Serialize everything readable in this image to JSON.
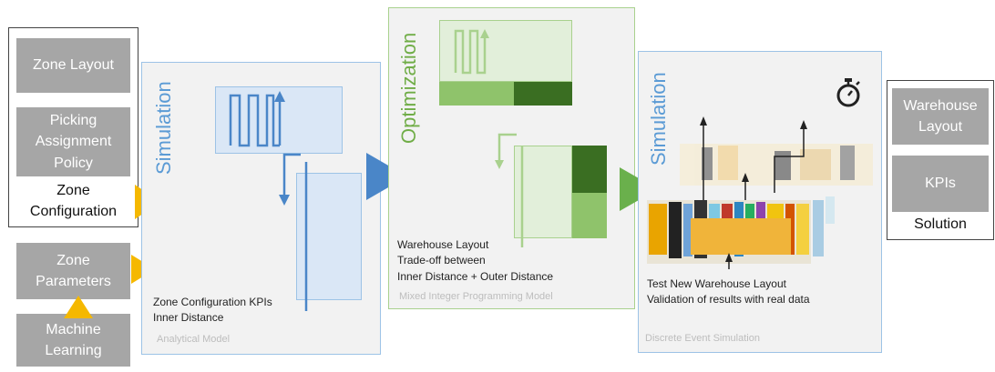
{
  "inputs": {
    "zone_layout": "Zone Layout",
    "picking_policy": "Picking Assignment Policy",
    "zone_configuration": "Zone Configuration",
    "zone_parameters": "Zone Parameters",
    "machine_learning": "Machine Learning"
  },
  "panel1": {
    "title": "Simulation",
    "kpi_line1": "Zone Configuration KPIs",
    "kpi_line2": "Inner Distance",
    "footer": "Analytical Model"
  },
  "panel2": {
    "title": "Optimization",
    "line1": "Warehouse Layout",
    "line2": "Trade-off between",
    "line3": "Inner Distance + Outer Distance",
    "footer": "Mixed Integer Programming Model"
  },
  "panel3": {
    "title": "Simulation",
    "line1": "Test New Warehouse Layout",
    "line2": "Validation of results with real data",
    "footer": "Discrete Event Simulation"
  },
  "output": {
    "warehouse_layout": "Warehouse Layout",
    "kpis": "KPIs",
    "solution": "Solution"
  },
  "icons": {
    "stopwatch": "stopwatch-icon"
  },
  "colors": {
    "input_gray": "#a6a6a6",
    "arrow_orange": "#f5b800",
    "arrow_blue": "#4a86c8",
    "arrow_green": "#6ab04c",
    "sim_blue": "#5b9bd5",
    "opt_green": "#70ad47",
    "dark_green": "#3a6e22"
  }
}
